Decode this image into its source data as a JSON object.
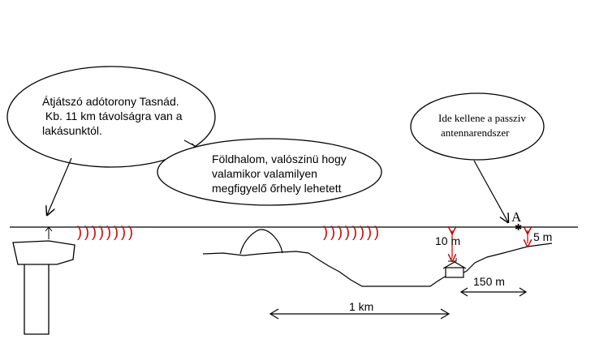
{
  "callouts": {
    "tower": {
      "line1": "Átjátszó adótorony Tasnád.",
      "line2": " Kb. 11 km távolságra van a",
      "line3": "lakásunktól."
    },
    "mound": {
      "line1": "Földhalom, valószinü hogy",
      "line2": "valamikor valamilyen",
      "line3": "megfigyelő őrhely lehetett"
    },
    "antenna": {
      "line1": "Ide kellene a passziv",
      "line2": "antennarendszer"
    }
  },
  "labels": {
    "point_a": "A",
    "height_10": "10 m",
    "height_5": "5 m",
    "dist_150": "150 m",
    "dist_1km": "1 km"
  },
  "wave_marks": [
    "))))))))",
    "))))))))"
  ],
  "colors": {
    "ink": "#000000",
    "waves": "#c00000",
    "measure": "#c00000",
    "background": "#ffffff"
  }
}
